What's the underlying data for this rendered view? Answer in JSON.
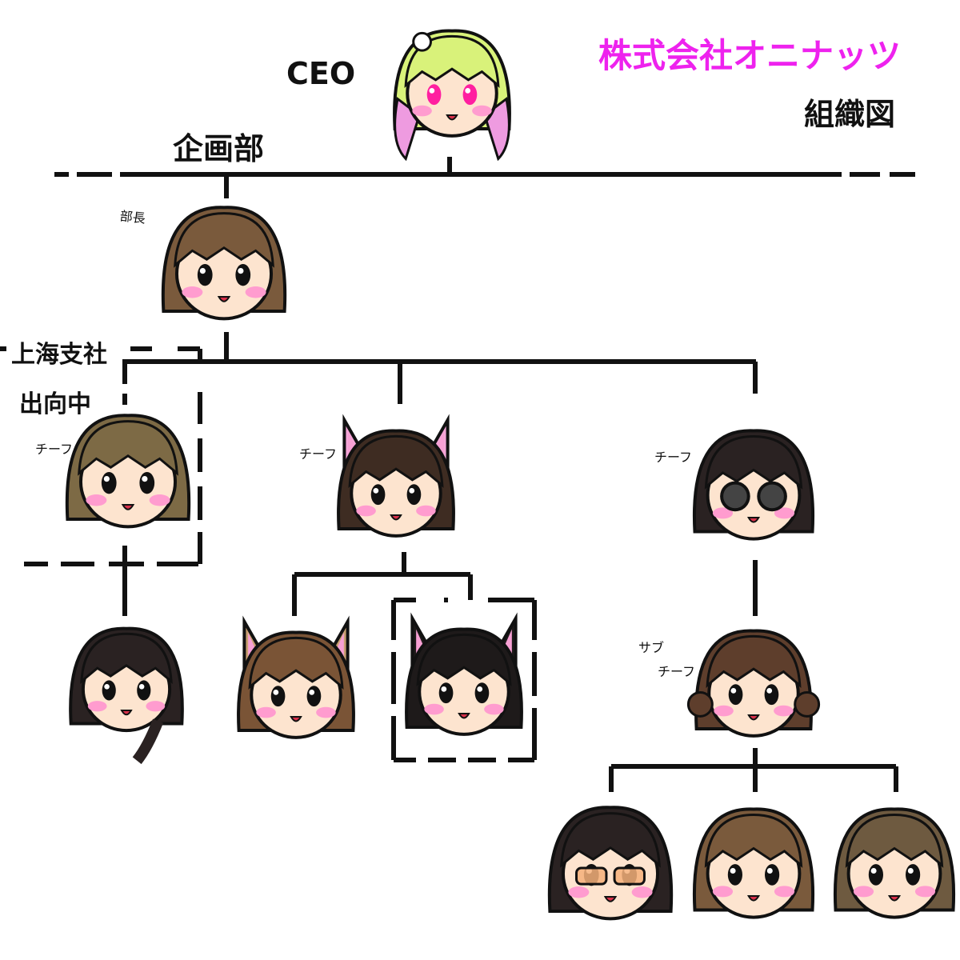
{
  "header": {
    "company": "株式会社オニナッツ",
    "subtitle": "組織図"
  },
  "labels": {
    "ceo": "CEO",
    "department": "企画部",
    "manager": "部長",
    "branch": "上海支社",
    "seconded": "出向中",
    "chief": "チーフ",
    "sub_chief_line1": "サブ",
    "sub_chief_line2": "チーフ"
  },
  "colors": {
    "company_text": "#ee22ee",
    "blush": "#ff9ccf",
    "ceo_eyes": "#ff1fa0",
    "ceo_hair": "#d9f27a",
    "ceo_hair_tips": "#ee9be0",
    "line": "#111111",
    "skin": "#fde4cf"
  },
  "members": [
    {
      "id": "ceo",
      "role": "CEO",
      "accessory": "flower-hairclip-icon"
    },
    {
      "id": "manager",
      "role": "部長",
      "accessory": "none"
    },
    {
      "id": "chief-left",
      "role": "チーフ",
      "accessory": "none"
    },
    {
      "id": "chief-center",
      "role": "チーフ",
      "accessory": "pink-cat-ears-icon"
    },
    {
      "id": "chief-right",
      "role": "チーフ",
      "accessory": "flower-sunglasses-icon"
    },
    {
      "id": "member-braid",
      "role": "",
      "accessory": "braid-icon"
    },
    {
      "id": "member-cat-brown",
      "role": "",
      "accessory": "cat-ears-icon"
    },
    {
      "id": "member-cat-black",
      "role": "",
      "accessory": "cat-ears-icon"
    },
    {
      "id": "sub-chief",
      "role": "サブチーフ",
      "accessory": "hair-buns-icon"
    },
    {
      "id": "member-glasses",
      "role": "",
      "accessory": "orange-glasses-icon"
    },
    {
      "id": "member-ponytail",
      "role": "",
      "accessory": "none"
    },
    {
      "id": "member-bob",
      "role": "",
      "accessory": "none"
    }
  ]
}
